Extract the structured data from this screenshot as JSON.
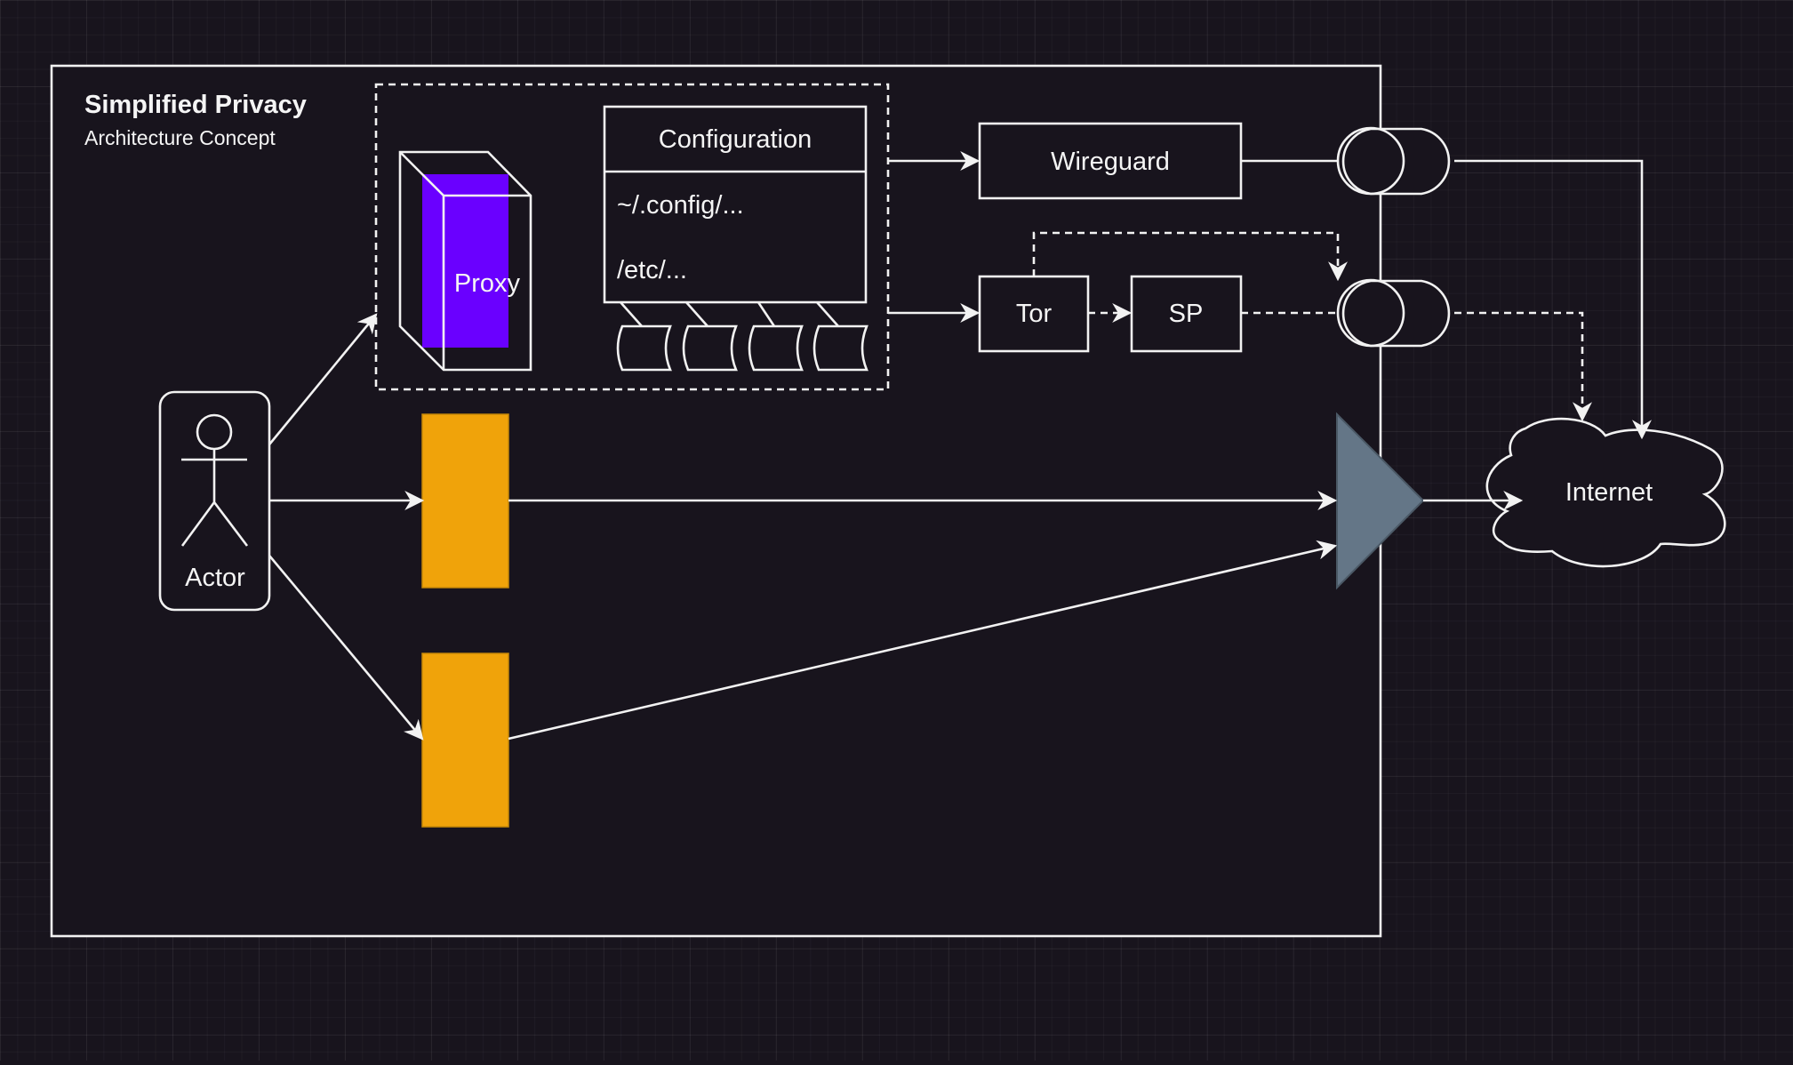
{
  "container": {
    "title": "Simplified Privacy",
    "subtitle": "Architecture Concept"
  },
  "nodes": {
    "actor": "Actor",
    "proxy": "Proxy",
    "configuration": {
      "header": "Configuration",
      "items": [
        "~/.config/...",
        "/etc/..."
      ]
    },
    "wireguard": "Wireguard",
    "tor": "Tor",
    "sp": "SP",
    "internet": "Internet"
  },
  "colors": {
    "background": "#18141d",
    "stroke": "#f2f2f2",
    "proxy_fill": "#6a00ff",
    "orange_block": "#f0a30a",
    "triangle": "#647687"
  }
}
